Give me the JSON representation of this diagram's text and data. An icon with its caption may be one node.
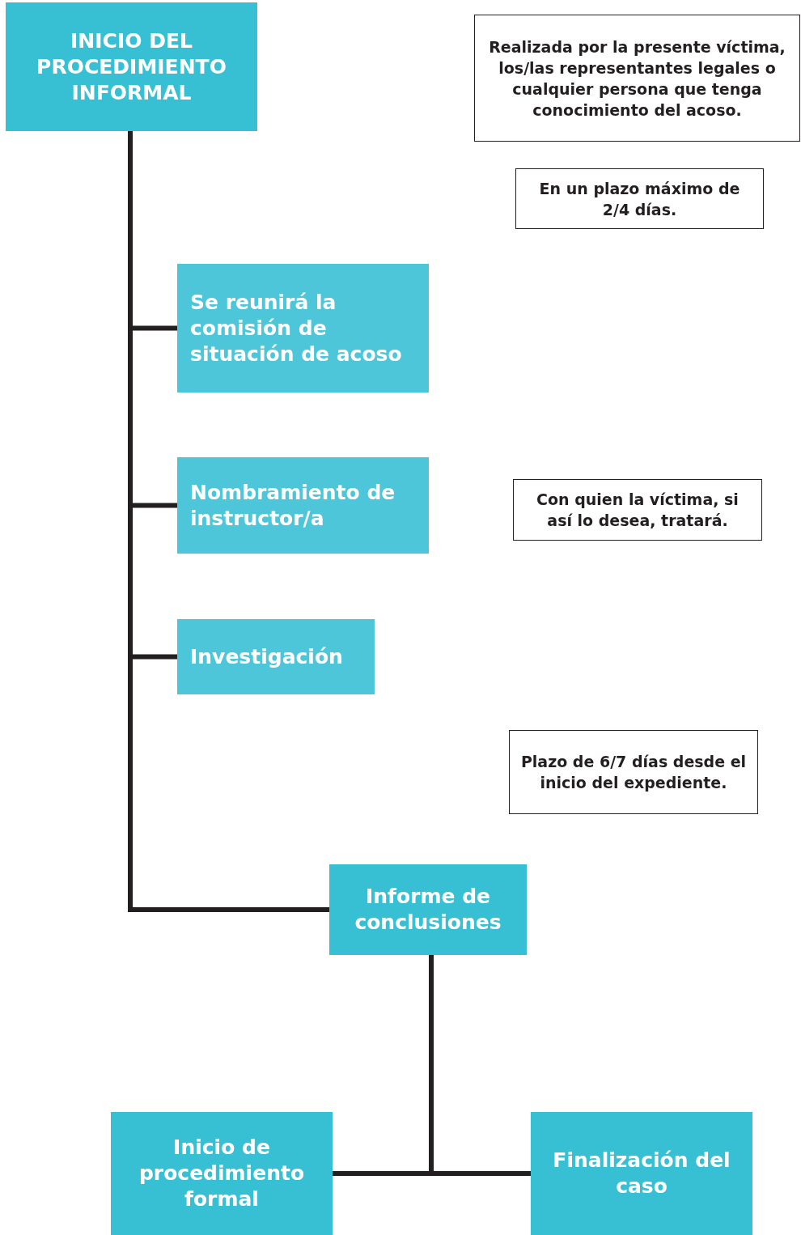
{
  "diagram": {
    "nodes": [
      {
        "text": [
          "INICIO DEL PROCEDIMIENTO INFORMAL"
        ]
      },
      {
        "text": [
          "Realizada por la presente víctima, los/las representantes legales o cualquier persona que tenga conocimiento del acoso."
        ]
      },
      {
        "text": [
          "En un plazo máximo de 2/4 días."
        ]
      },
      {
        "text": [
          "Se reunirá la comisión de situación de acoso"
        ]
      },
      {
        "text": [
          "Nombramiento de instructor/a"
        ]
      },
      {
        "text": [
          "Con quien la víctima, si así lo desea, tratará."
        ]
      },
      {
        "text": [
          "Investigación"
        ]
      },
      {
        "text": [
          "Plazo de 6/7 días desde el inicio del expediente."
        ]
      },
      {
        "text": [
          "Informe de conclusiones"
        ]
      },
      {
        "text": [
          "Inicio de procedimiento formal"
        ]
      },
      {
        "text": [
          "Finalización del caso"
        ]
      }
    ],
    "edges": [
      {
        "from": 0,
        "to": 3,
        "arrow": "none"
      },
      {
        "from": 0,
        "to": 4,
        "arrow": "none"
      },
      {
        "from": 0,
        "to": 6,
        "arrow": "none"
      },
      {
        "from": 0,
        "to": 8,
        "arrow": "none"
      },
      {
        "from": 8,
        "to": 9,
        "arrow": "none"
      },
      {
        "from": 8,
        "to": 10,
        "arrow": "none"
      }
    ]
  }
}
